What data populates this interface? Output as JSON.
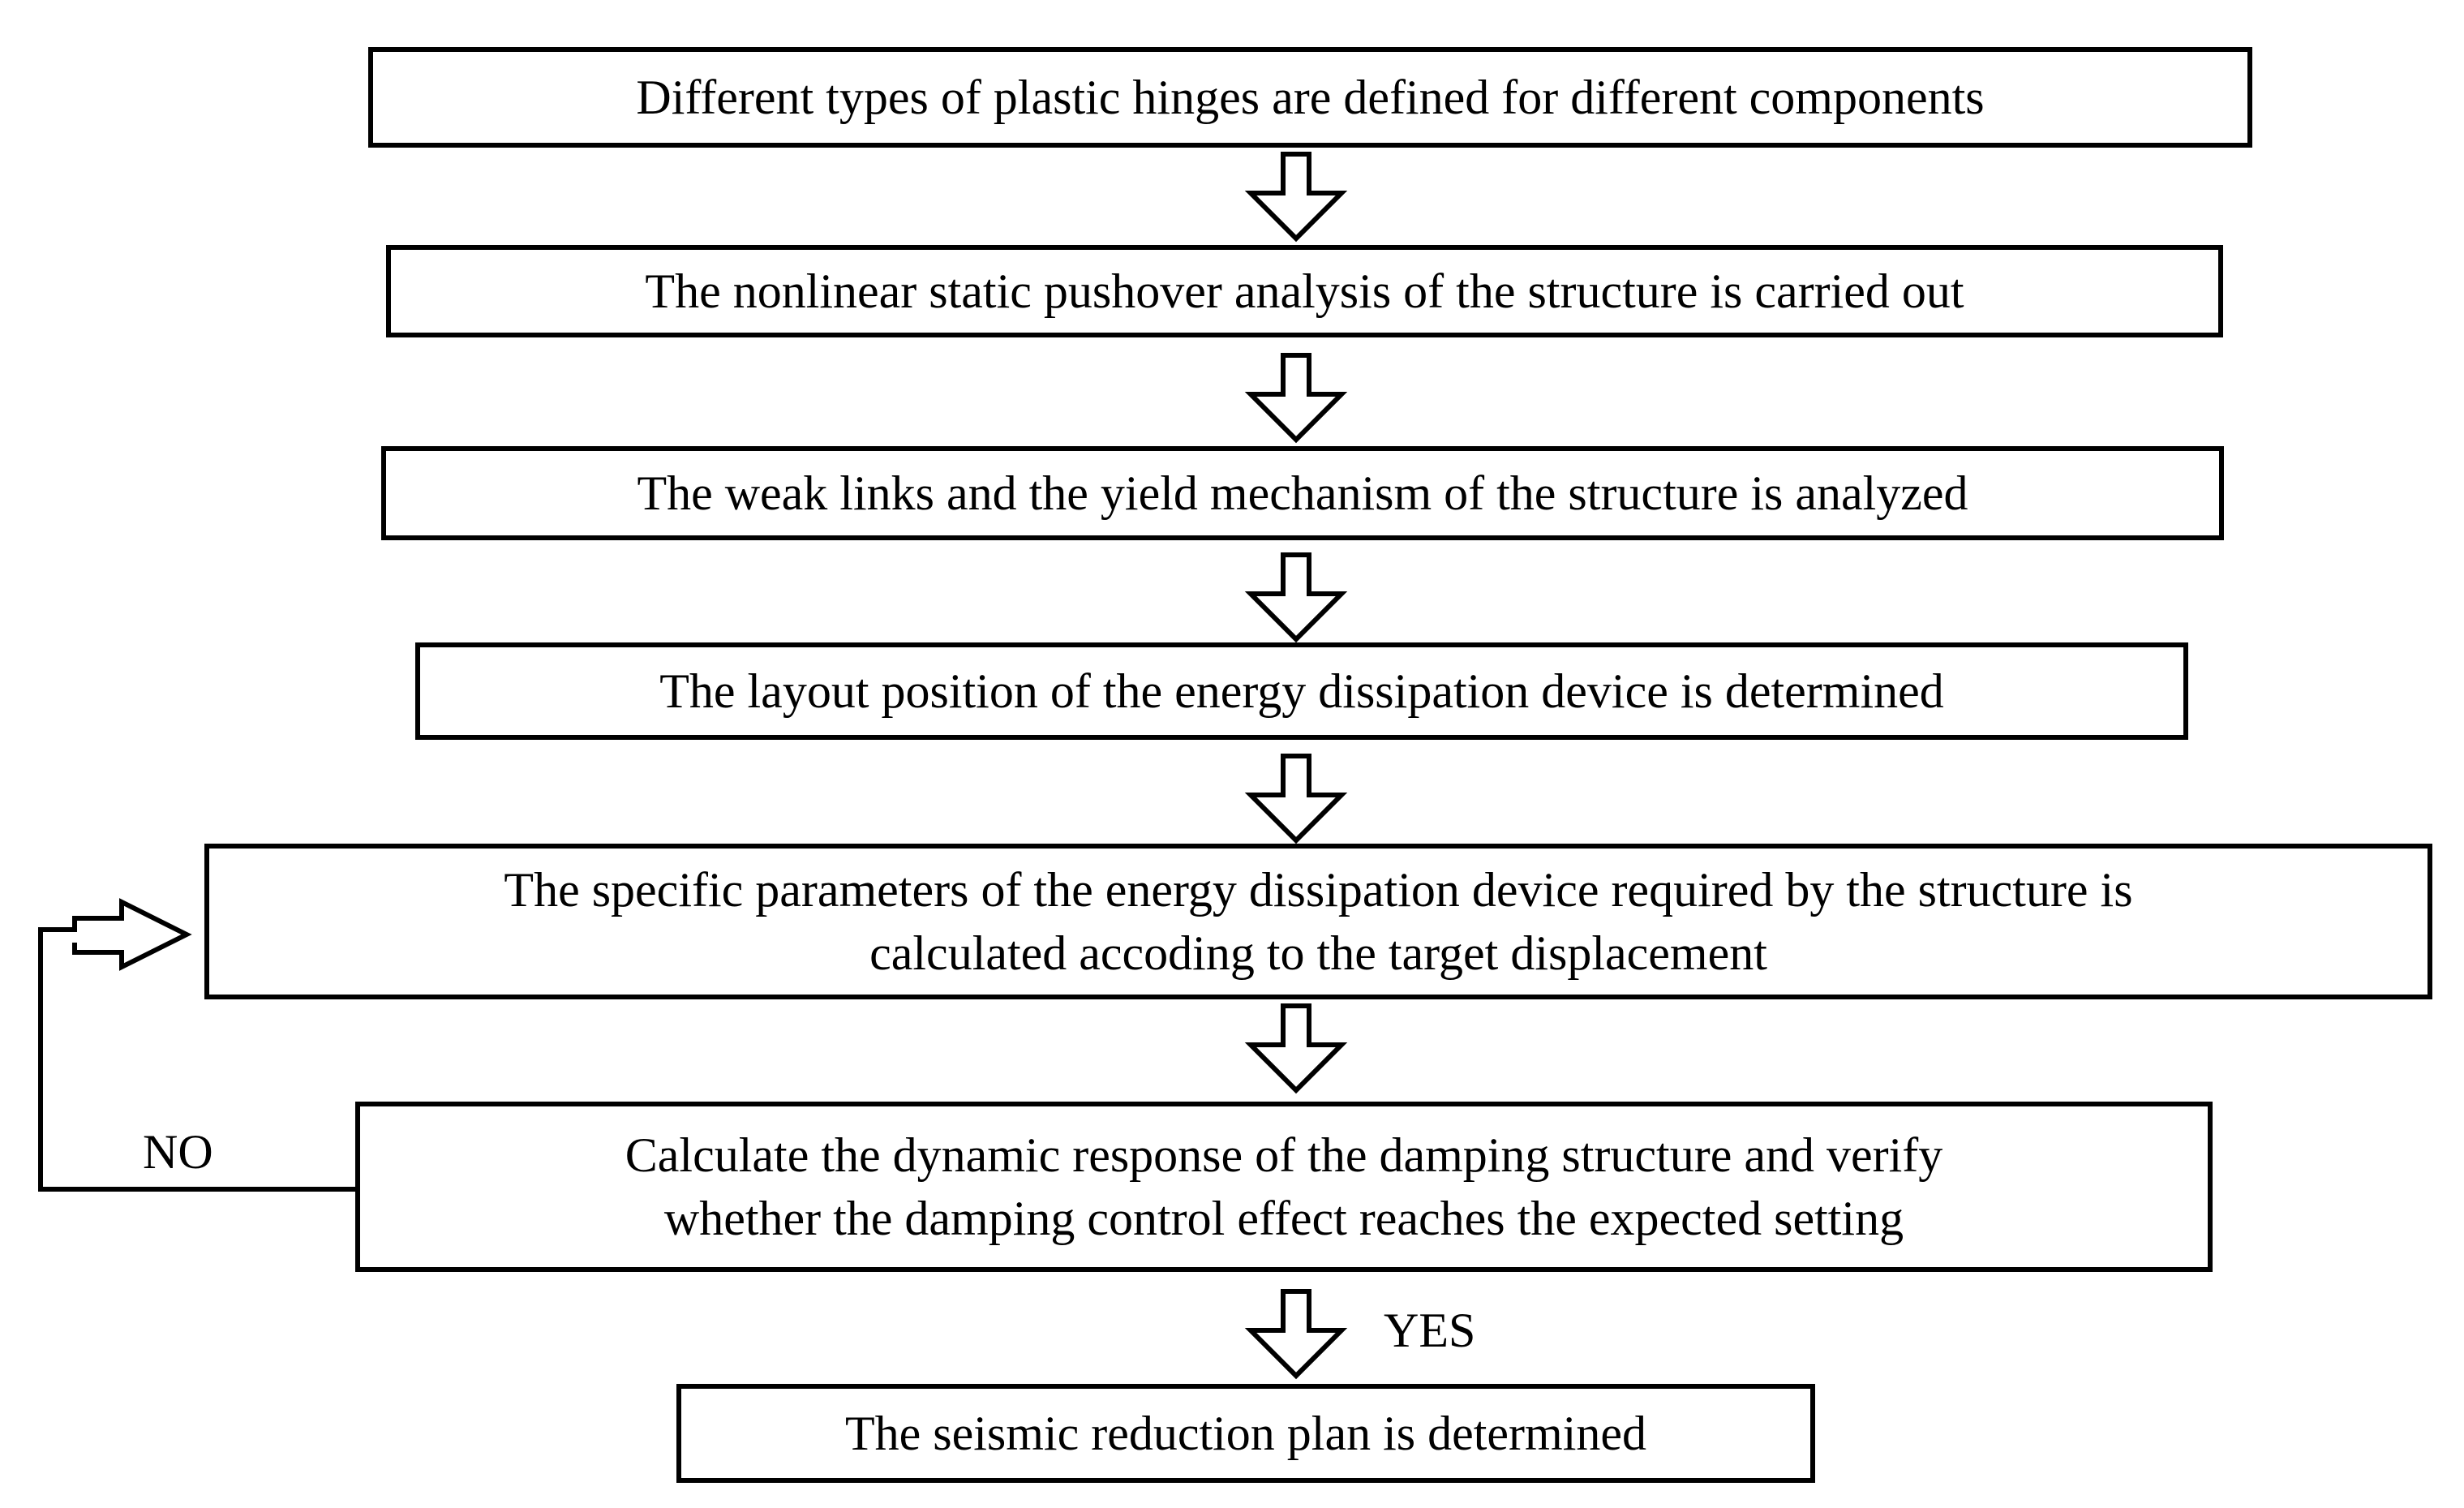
{
  "flowchart": {
    "steps": [
      {
        "lines": [
          "Different types of plastic hinges are defined for different components"
        ]
      },
      {
        "lines": [
          "The nonlinear static pushover analysis of the structure is carried out"
        ]
      },
      {
        "lines": [
          "The weak links and the yield mechanism of the structure is analyzed"
        ]
      },
      {
        "lines": [
          "The layout position of the energy dissipation device is determined"
        ]
      },
      {
        "lines": [
          "The specific parameters of the energy dissipation device required by the structure is",
          "calculated accoding to the target displacement"
        ]
      },
      {
        "lines": [
          "Calculate the dynamic response of the damping structure and verify",
          "whether the damping control effect reaches the expected setting"
        ]
      },
      {
        "lines": [
          "The seismic reduction plan is determined"
        ]
      }
    ],
    "edge_labels": {
      "yes": "YES",
      "no": "NO"
    }
  }
}
